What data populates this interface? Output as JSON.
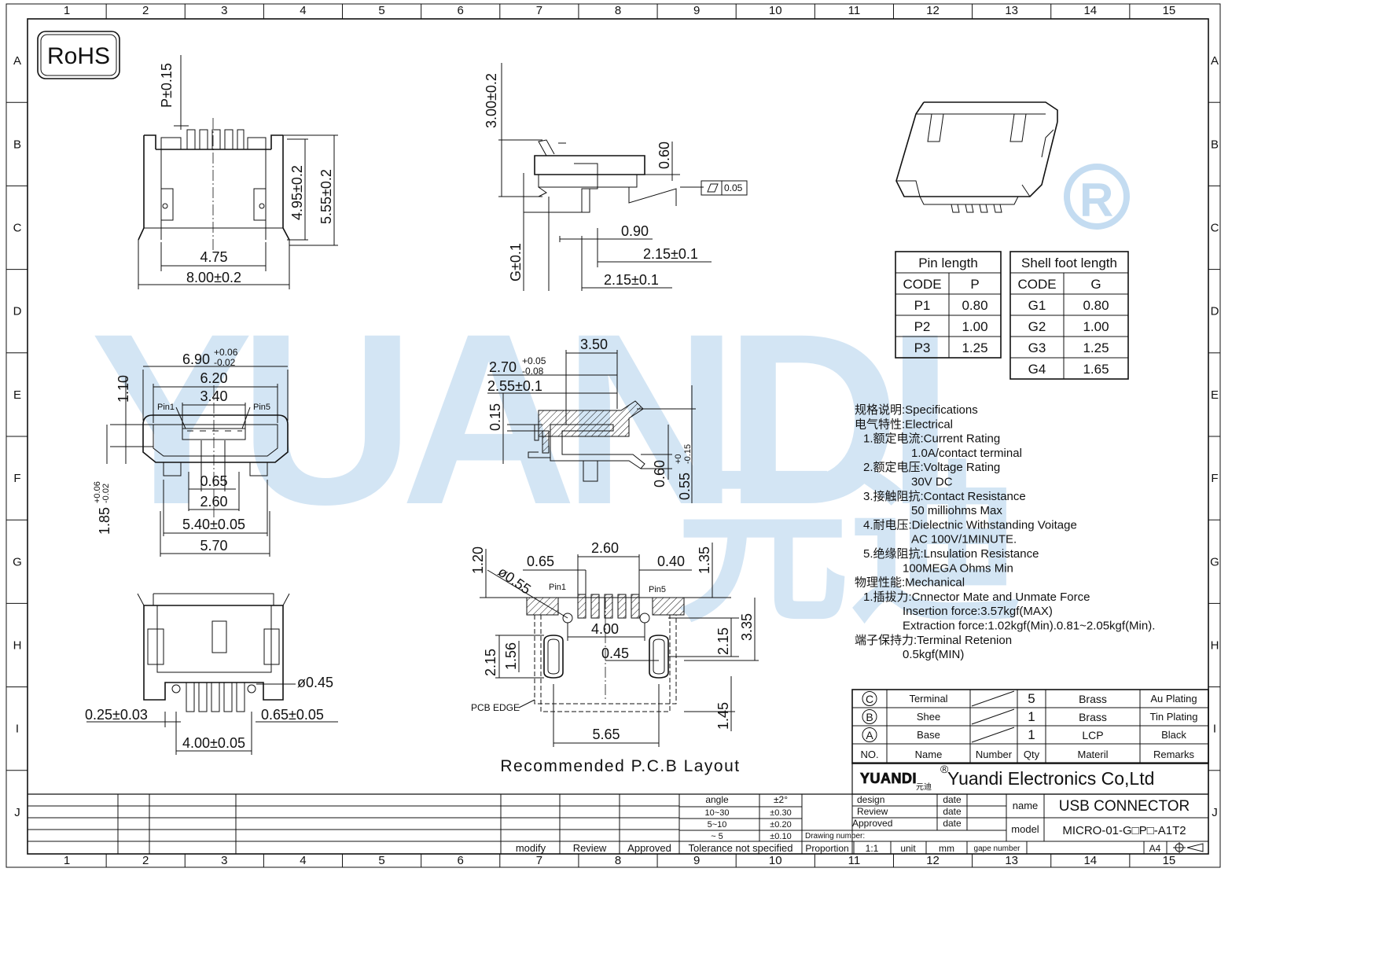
{
  "border": {
    "cols": [
      "1",
      "2",
      "3",
      "4",
      "5",
      "6",
      "7",
      "8",
      "9",
      "10",
      "11",
      "12",
      "13",
      "14",
      "15"
    ],
    "rows": [
      "A",
      "B",
      "C",
      "D",
      "E",
      "F",
      "G",
      "H",
      "I",
      "J"
    ]
  },
  "rohs_label": "RoHS",
  "watermark": {
    "text": "YUANDI",
    "cn": "元迪",
    "reg": "®"
  },
  "top_view": {
    "p_tol": "P±0.15",
    "h1": "4.95±0.2",
    "h2": "5.55±0.2",
    "w1": "4.75",
    "w2": "8.00±0.2"
  },
  "side_view": {
    "h": "3.00±0.2",
    "g": "G±0.1",
    "d1": "0.60",
    "d2": "0.90",
    "d3": "2.15±0.1",
    "d4": "2.15±0.1",
    "flatness": "0.05"
  },
  "front_view": {
    "w_main": "6.90",
    "w_main_tol_up": "+0.06",
    "w_main_tol_dn": "-0.02",
    "w2": "6.20",
    "w3": "3.40",
    "h1": "1.10",
    "pin1": "Pin1",
    "pin5": "Pin5",
    "pitch": "0.65",
    "w4": "2.60",
    "w5": "5.40±0.05",
    "w6": "5.70",
    "v1": "1.85",
    "v1_tol_up": "+0.06",
    "v1_tol_dn": "-0.02"
  },
  "section_view": {
    "w1": "3.50",
    "w2": "2.70",
    "w2_tol_up": "+0.05",
    "w2_tol_dn": "-0.08",
    "w3": "2.55±0.1",
    "h1": "0.15",
    "h2": "0.60",
    "h3": "0.55",
    "h3_tol_up": "+0",
    "h3_tol_dn": "-0.15"
  },
  "bottom_view": {
    "hole": "ø0.45",
    "l1": "0.25±0.03",
    "l2": "0.65±0.05",
    "l3": "4.00±0.05"
  },
  "pcb": {
    "title": "Recommended P.C.B Layout",
    "d_120": "1.20",
    "d_065": "0.65",
    "d_260": "2.60",
    "d_040": "0.40",
    "d_135": "1.35",
    "phi": "ø0.55",
    "pin1": "Pin1",
    "pin5": "Pin5",
    "d_400": "4.00",
    "d_045": "0.45",
    "d_215a": "2.15",
    "d_156": "1.56",
    "d_215b": "2.15",
    "d_335": "3.35",
    "d_145": "1.45",
    "d_565": "5.65",
    "edge": "PCB EDGE"
  },
  "pin_table": {
    "title": "Pin length",
    "headers": [
      "CODE",
      "P"
    ],
    "rows": [
      [
        "P1",
        "0.80"
      ],
      [
        "P2",
        "1.00"
      ],
      [
        "P3",
        "1.25"
      ]
    ]
  },
  "shell_table": {
    "title": "Shell foot length",
    "headers": [
      "CODE",
      "G"
    ],
    "rows": [
      [
        "G1",
        "0.80"
      ],
      [
        "G2",
        "1.00"
      ],
      [
        "G3",
        "1.25"
      ],
      [
        "G4",
        "1.65"
      ]
    ]
  },
  "specs": [
    "规格说明:Specifications",
    "电气特性:Electrical",
    "1.额定电流:Current Rating",
    "1.0A/contact terminal",
    "2.额定电压:Voltage Rating",
    "30V DC",
    "3.接触阻抗:Contact Resistance",
    "50 milliohms Max",
    "4.耐电压:Dielectnic Withstanding Voitage",
    "AC 100V/1MINUTE.",
    "5.绝缘阻抗:Lnsulation Resistance",
    "100MEGA Ohms Min",
    "物理性能:Mechanical",
    "1.插拔力:Cnnector Mate and Unmate Force",
    "Insertion force:3.57kgf(MAX)",
    "Extraction force:1.02kgf(Min).0.81~2.05kgf(Min).",
    "端子保持力:Terminal Retenion",
    "0.5kgf(MIN)"
  ],
  "bom": {
    "rows": [
      {
        "no": "C",
        "name": "Terminal",
        "qty": "5",
        "mat": "Brass",
        "rem": "Au Plating"
      },
      {
        "no": "B",
        "name": "Shee",
        "qty": "1",
        "mat": "Brass",
        "rem": "Tin Plating"
      },
      {
        "no": "A",
        "name": "Base",
        "qty": "1",
        "mat": "LCP",
        "rem": "Black"
      }
    ],
    "header": {
      "no": "NO.",
      "name": "Name",
      "num": "Number",
      "qty": "Qty",
      "mat": "Materil",
      "rem": "Remarks"
    }
  },
  "title_block": {
    "logo": "YUANDI",
    "logo_cn": "元迪",
    "company": "Yuandi Electronics Co,Ltd",
    "design": "design",
    "review": "Review",
    "approved": "Approved",
    "date": "date",
    "name_lbl": "name",
    "name_val": "USB CONNECTOR",
    "model_lbl": "model",
    "model_val": "MICRO-01-G□P□-A1T2",
    "drawing_number": "Drawing number:",
    "proportion": "Proportion",
    "prop_val": "1:1",
    "unit": "unit",
    "unit_val": "mm",
    "page_number": "gape number",
    "size": "A4",
    "angle": "angle",
    "angle_tol": "±2°",
    "tol_rows": [
      [
        "10~30",
        "±0.30"
      ],
      [
        "5~10",
        "±0.20"
      ],
      [
        "~ 5",
        "±0.10"
      ]
    ],
    "tol_label": "Tolerance not specified",
    "rev_cols": [
      "modify",
      "Review",
      "Approved"
    ]
  }
}
